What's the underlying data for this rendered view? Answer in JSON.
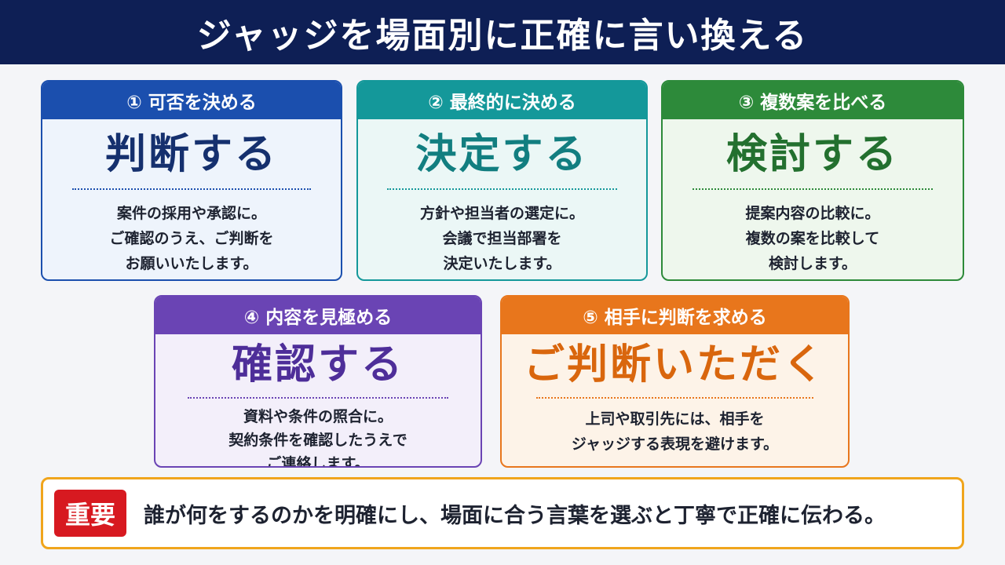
{
  "header": {
    "title": "ジャッジを場面別に正確に言い換える"
  },
  "cards": [
    {
      "heading": "① 可否を決める",
      "term": "判断する",
      "lines": [
        "案件の採用や承認に。",
        "ご確認のうえ、ご判断を",
        "お願いいたします。"
      ],
      "accent": "#1b4fae"
    },
    {
      "heading": "② 最終的に決める",
      "term": "決定する",
      "lines": [
        "方針や担当者の選定に。",
        "会議で担当部署を",
        "決定いたします。"
      ],
      "accent": "#14989a"
    },
    {
      "heading": "③ 複数案を比べる",
      "term": "検討する",
      "lines": [
        "提案内容の比較に。",
        "複数の案を比較して",
        "検討します。"
      ],
      "accent": "#2d8a3a"
    },
    {
      "heading": "④ 内容を見極める",
      "term": "確認する",
      "lines": [
        "資料や条件の照合に。",
        "契約条件を確認したうえで",
        "ご連絡します。"
      ],
      "accent": "#6a44b4"
    },
    {
      "heading": "⑤ 相手に判断を求める",
      "term": "ご判断いただく",
      "lines": [
        "上司や取引先には、相手を",
        "ジャッジする表現を避けます。"
      ],
      "accent": "#e8761c"
    }
  ],
  "note": {
    "badge": "重要",
    "text": "誰が何をするのかを明確にし、場面に合う言葉を選ぶと丁寧で正確に伝わる。",
    "accent": "#f0a51c",
    "badge_color": "#d71920"
  }
}
